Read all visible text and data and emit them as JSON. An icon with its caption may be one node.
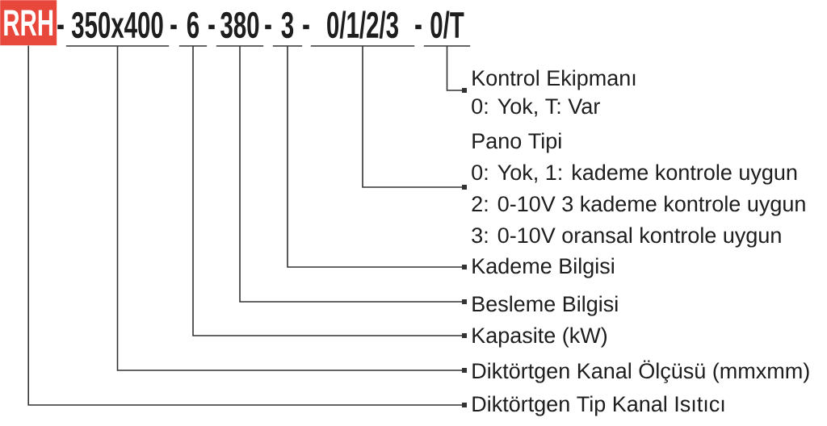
{
  "diagram": {
    "nodes": [
      {
        "text": [
          "RRH"
        ]
      },
      {
        "text": [
          "350x400"
        ]
      },
      {
        "text": [
          "6"
        ]
      },
      {
        "text": [
          "380"
        ]
      },
      {
        "text": [
          "3"
        ]
      },
      {
        "text": [
          "0/1/2/3"
        ]
      },
      {
        "text": [
          "0/T"
        ]
      },
      {
        "text": [
          "Kontrol Ekipmanı",
          "0: Yok, T: Var"
        ]
      },
      {
        "text": [
          "Pano Tipi",
          "0: Yok, 1: kademe kontrole uygun",
          "2: 0-10V 3 kademe kontrole uygun",
          "3: 0-10V oransal kontrole uygun"
        ]
      },
      {
        "text": [
          "Kademe Bilgisi"
        ]
      },
      {
        "text": [
          "Besleme Bilgisi"
        ]
      },
      {
        "text": [
          "Kapasite (kW)"
        ]
      },
      {
        "text": [
          "Diktörtgen Kanal Ölçüsü (mmxmm)"
        ]
      },
      {
        "text": [
          "Diktörtgen Tip Kanal Isıtıcı"
        ]
      }
    ],
    "edges": [
      {
        "from": 6,
        "to": 7,
        "arrow": "other"
      },
      {
        "from": 5,
        "to": 8,
        "arrow": "other"
      },
      {
        "from": 4,
        "to": 9,
        "arrow": "other"
      },
      {
        "from": 3,
        "to": 10,
        "arrow": "other"
      },
      {
        "from": 2,
        "to": 11,
        "arrow": "other"
      },
      {
        "from": 1,
        "to": 12,
        "arrow": "other"
      },
      {
        "from": 0,
        "to": 13,
        "arrow": "other"
      }
    ],
    "labels": [
      "-",
      "-",
      "-",
      "-",
      "-",
      "-"
    ]
  }
}
